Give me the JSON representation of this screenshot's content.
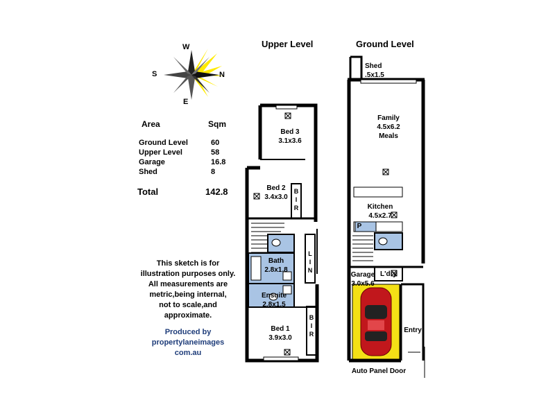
{
  "compass": {
    "north": "N",
    "south": "S",
    "east": "E",
    "west": "W"
  },
  "area_table": {
    "header_area": "Area",
    "header_sqm": "Sqm",
    "rows": [
      {
        "name": "Ground Level",
        "sqm": "60"
      },
      {
        "name": "Upper Level",
        "sqm": "58"
      },
      {
        "name": "Garage",
        "sqm": "16.8"
      },
      {
        "name": "Shed",
        "sqm": "8"
      }
    ],
    "total_label": "Total",
    "total_value": "142.8"
  },
  "disclaimer": [
    "This sketch is for",
    "illustration purposes only.",
    "All measurements are",
    "metric,being internal,",
    "not to scale,and",
    "approximate."
  ],
  "credit": [
    "Produced by",
    "propertylaneimages",
    "com.au"
  ],
  "upper_level": {
    "title": "Upper Level",
    "bed3": {
      "name": "Bed 3",
      "size": "3.1x3.6"
    },
    "bed2": {
      "name": "Bed 2",
      "size": "3.4x3.0"
    },
    "bir_upper": [
      "B",
      "I",
      "R"
    ],
    "bath": {
      "name": "Bath",
      "size": "2.8x1.8"
    },
    "lin": [
      "L",
      "I",
      "N"
    ],
    "ensuite": {
      "name": "Ensuite",
      "size": "2.8x1.5"
    },
    "bed1": {
      "name": "Bed 1",
      "size": "3.9x3.0"
    },
    "bir_lower": [
      "B",
      "I",
      "R"
    ]
  },
  "ground_level": {
    "title": "Ground Level",
    "shed": {
      "name": "Shed",
      "size": ".5x1.5"
    },
    "family": {
      "name": "Family",
      "size": "4.5x6.2",
      "extra": "Meals"
    },
    "kitchen": {
      "name": "Kitchen",
      "size": "4.5x2.7"
    },
    "pantry": "P",
    "laundry": "L'dry",
    "garage": {
      "name": "Garage",
      "size": "3.0x5.6"
    },
    "entry": "Entry",
    "door": "Auto Panel Door"
  },
  "colors": {
    "wet_area": "#a9c4e4",
    "garage": "#f4e016",
    "car": "#c1171c",
    "credit": "#1f3d7a",
    "wall": "#000000"
  }
}
